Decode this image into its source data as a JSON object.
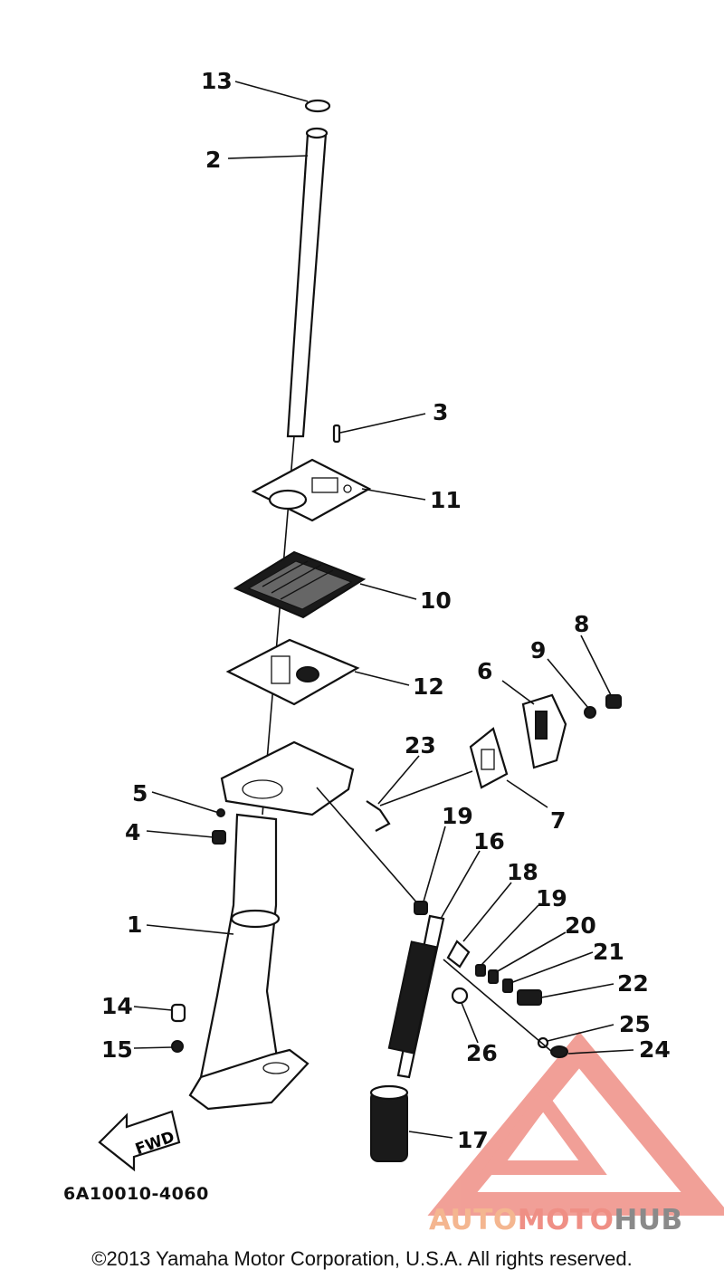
{
  "callouts": [
    {
      "id": "13",
      "label": "13"
    },
    {
      "id": "2",
      "label": "2"
    },
    {
      "id": "3",
      "label": "3"
    },
    {
      "id": "11",
      "label": "11"
    },
    {
      "id": "10",
      "label": "10"
    },
    {
      "id": "12",
      "label": "12"
    },
    {
      "id": "8a",
      "label": "8"
    },
    {
      "id": "9",
      "label": "9"
    },
    {
      "id": "6",
      "label": "6"
    },
    {
      "id": "23",
      "label": "23"
    },
    {
      "id": "7",
      "label": "7"
    },
    {
      "id": "5",
      "label": "5"
    },
    {
      "id": "4",
      "label": "4"
    },
    {
      "id": "19a",
      "label": "19"
    },
    {
      "id": "16",
      "label": "16"
    },
    {
      "id": "18",
      "label": "18"
    },
    {
      "id": "19b",
      "label": "19"
    },
    {
      "id": "20",
      "label": "20"
    },
    {
      "id": "21",
      "label": "21"
    },
    {
      "id": "22",
      "label": "22"
    },
    {
      "id": "1",
      "label": "1"
    },
    {
      "id": "25",
      "label": "25"
    },
    {
      "id": "24",
      "label": "24"
    },
    {
      "id": "14",
      "label": "14"
    },
    {
      "id": "26",
      "label": "26"
    },
    {
      "id": "15",
      "label": "15"
    },
    {
      "id": "17",
      "label": "17"
    }
  ],
  "fwd_label": "FWD",
  "ref_code": "6A10010-4060",
  "watermark": {
    "part1": "AUTO",
    "part2": "MOTO",
    "part3": "HUB",
    "colors": {
      "auto": "#f4b690",
      "moto": "#ef8f85",
      "hub": "#8a8a8a",
      "triangle": "#ef8f85"
    }
  },
  "copyright": "©2013 Yamaha Motor Corporation, U.S.A. All rights reserved."
}
